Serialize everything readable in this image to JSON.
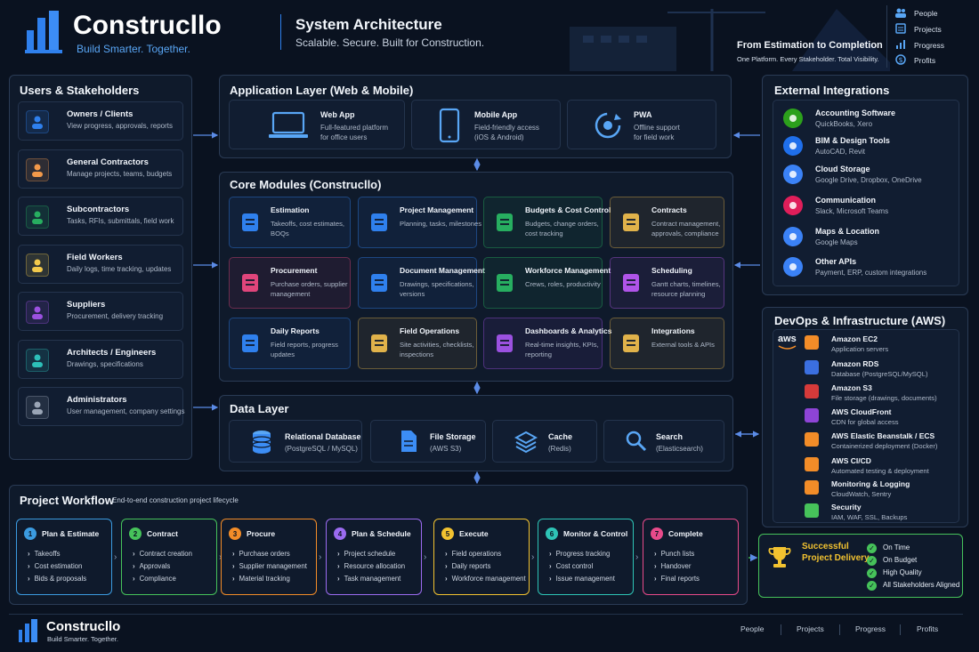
{
  "brand": {
    "name": "Construcllo",
    "tagline": "Build Smarter. Together."
  },
  "header": {
    "title": "System Architecture",
    "subtitle": "Scalable. Secure. Built for Construction.",
    "tagline_title": "From Estimation to Completion",
    "tagline_sub": "One Platform. Every Stakeholder. Total Visibility.",
    "legend": [
      "People",
      "Projects",
      "Progress",
      "Profits"
    ]
  },
  "stakeholders": {
    "title": "Users & Stakeholders",
    "items": [
      {
        "title": "Owners / Clients",
        "sub": "View progress, approvals, reports",
        "color": "#2f80ed"
      },
      {
        "title": "General Contractors",
        "sub": "Manage projects, teams, budgets",
        "color": "#f2994a"
      },
      {
        "title": "Subcontractors",
        "sub": "Tasks, RFIs, submittals, field work",
        "color": "#27ae60"
      },
      {
        "title": "Field Workers",
        "sub": "Daily logs, time tracking, updates",
        "color": "#f2c94c"
      },
      {
        "title": "Suppliers",
        "sub": "Procurement, delivery tracking",
        "color": "#9b51e0"
      },
      {
        "title": "Architects / Engineers",
        "sub": "Drawings, specifications",
        "color": "#2dbfb8"
      },
      {
        "title": "Administrators",
        "sub": "User management, company settings",
        "color": "#9aa5b5"
      }
    ]
  },
  "app_layer": {
    "title": "Application Layer (Web & Mobile)",
    "items": [
      {
        "title": "Web App",
        "sub1": "Full-featured platform",
        "sub2": "for office users"
      },
      {
        "title": "Mobile App",
        "sub1": "Field-friendly access",
        "sub2": "(iOS & Android)"
      },
      {
        "title": "PWA",
        "sub1": "Offline support",
        "sub2": "for field work"
      }
    ]
  },
  "core": {
    "title": "Core Modules (Construcllo)",
    "modules": [
      {
        "title": "Estimation",
        "sub": "Takeoffs, cost estimates, BOQs",
        "color": "#2f80ed"
      },
      {
        "title": "Project Management",
        "sub": "Planning, tasks, milestones",
        "color": "#2f80ed"
      },
      {
        "title": "Budgets & Cost Control",
        "sub": "Budgets, change orders, cost tracking",
        "color": "#27ae60"
      },
      {
        "title": "Contracts",
        "sub": "Contract management, approvals, compliance",
        "color": "#e0b24a"
      },
      {
        "title": "Procurement",
        "sub": "Purchase orders, supplier management",
        "color": "#e0457b"
      },
      {
        "title": "Document Management",
        "sub": "Drawings, specifications, versions",
        "color": "#2f80ed"
      },
      {
        "title": "Workforce Management",
        "sub": "Crews, roles, productivity",
        "color": "#27ae60"
      },
      {
        "title": "Scheduling",
        "sub": "Gantt charts, timelines, resource planning",
        "color": "#b054e8"
      },
      {
        "title": "Daily Reports",
        "sub": "Field reports, progress updates",
        "color": "#2f80ed"
      },
      {
        "title": "Field Operations",
        "sub": "Site activities, checklists, inspections",
        "color": "#e0b24a"
      },
      {
        "title": "Dashboards & Analytics",
        "sub": "Real-time insights, KPIs, reporting",
        "color": "#9b51e0"
      },
      {
        "title": "Integrations",
        "sub": "External tools & APIs",
        "color": "#e0b24a"
      }
    ]
  },
  "data_layer": {
    "title": "Data Layer",
    "items": [
      {
        "title": "Relational Database",
        "sub": "(PostgreSQL / MySQL)"
      },
      {
        "title": "File Storage",
        "sub": "(AWS S3)"
      },
      {
        "title": "Cache",
        "sub": "(Redis)"
      },
      {
        "title": "Search",
        "sub": "(Elasticsearch)"
      }
    ]
  },
  "external": {
    "title": "External Integrations",
    "items": [
      {
        "title": "Accounting Software",
        "sub": "QuickBooks, Xero",
        "color": "#2ca01c"
      },
      {
        "title": "BIM & Design Tools",
        "sub": "AutoCAD, Revit",
        "color": "#1f6feb"
      },
      {
        "title": "Cloud Storage",
        "sub": "Google Drive, Dropbox, OneDrive",
        "color": "#3b82f6"
      },
      {
        "title": "Communication",
        "sub": "Slack, Microsoft Teams",
        "color": "#e01e5a"
      },
      {
        "title": "Maps & Location",
        "sub": "Google Maps",
        "color": "#3b82f6"
      },
      {
        "title": "Other APIs",
        "sub": "Payment, ERP, custom integrations",
        "color": "#3b82f6"
      }
    ]
  },
  "devops": {
    "title": "DevOps & Infrastructure (AWS)",
    "aws_label": "aws",
    "items": [
      {
        "title": "Amazon EC2",
        "sub": "Application servers",
        "color": "#f28c28"
      },
      {
        "title": "Amazon RDS",
        "sub": "Database (PostgreSQL/MySQL)",
        "color": "#3b6fe0"
      },
      {
        "title": "Amazon S3",
        "sub": "File storage (drawings, documents)",
        "color": "#d63a3a"
      },
      {
        "title": "AWS CloudFront",
        "sub": "CDN for global access",
        "color": "#8e44d6"
      },
      {
        "title": "AWS Elastic Beanstalk / ECS",
        "sub": "Containerized deployment (Docker)",
        "color": "#f28c28"
      },
      {
        "title": "AWS CI/CD",
        "sub": "Automated testing & deployment",
        "color": "#f28c28"
      },
      {
        "title": "Monitoring & Logging",
        "sub": "CloudWatch, Sentry",
        "color": "#f28c28"
      },
      {
        "title": "Security",
        "sub": "IAM, WAF, SSL, Backups",
        "color": "#46c25a"
      }
    ]
  },
  "workflow": {
    "title": "Project Workflow",
    "subtitle": "End-to-end construction project lifecycle",
    "steps": [
      {
        "num": "1",
        "title": "Plan & Estimate",
        "items": [
          "Takeoffs",
          "Cost estimation",
          "Bids & proposals"
        ],
        "color": "#3b9be0"
      },
      {
        "num": "2",
        "title": "Contract",
        "items": [
          "Contract creation",
          "Approvals",
          "Compliance"
        ],
        "color": "#46c25a"
      },
      {
        "num": "3",
        "title": "Procure",
        "items": [
          "Purchase orders",
          "Supplier management",
          "Material tracking"
        ],
        "color": "#f28c28"
      },
      {
        "num": "4",
        "title": "Plan & Schedule",
        "items": [
          "Project schedule",
          "Resource allocation",
          "Task management"
        ],
        "color": "#9b6bf0"
      },
      {
        "num": "5",
        "title": "Execute",
        "items": [
          "Field operations",
          "Daily reports",
          "Workforce management"
        ],
        "color": "#f2c230"
      },
      {
        "num": "6",
        "title": "Monitor & Control",
        "items": [
          "Progress tracking",
          "Cost control",
          "Issue management"
        ],
        "color": "#2ec4b6"
      },
      {
        "num": "7",
        "title": "Complete",
        "items": [
          "Punch lists",
          "Handover",
          "Final reports"
        ],
        "color": "#e84a8a"
      }
    ]
  },
  "success": {
    "title1": "Successful",
    "title2": "Project Delivery",
    "checks": [
      "On Time",
      "On Budget",
      "High Quality",
      "All Stakeholders Aligned"
    ]
  },
  "footer": {
    "links": [
      "People",
      "Projects",
      "Progress",
      "Profits"
    ]
  }
}
